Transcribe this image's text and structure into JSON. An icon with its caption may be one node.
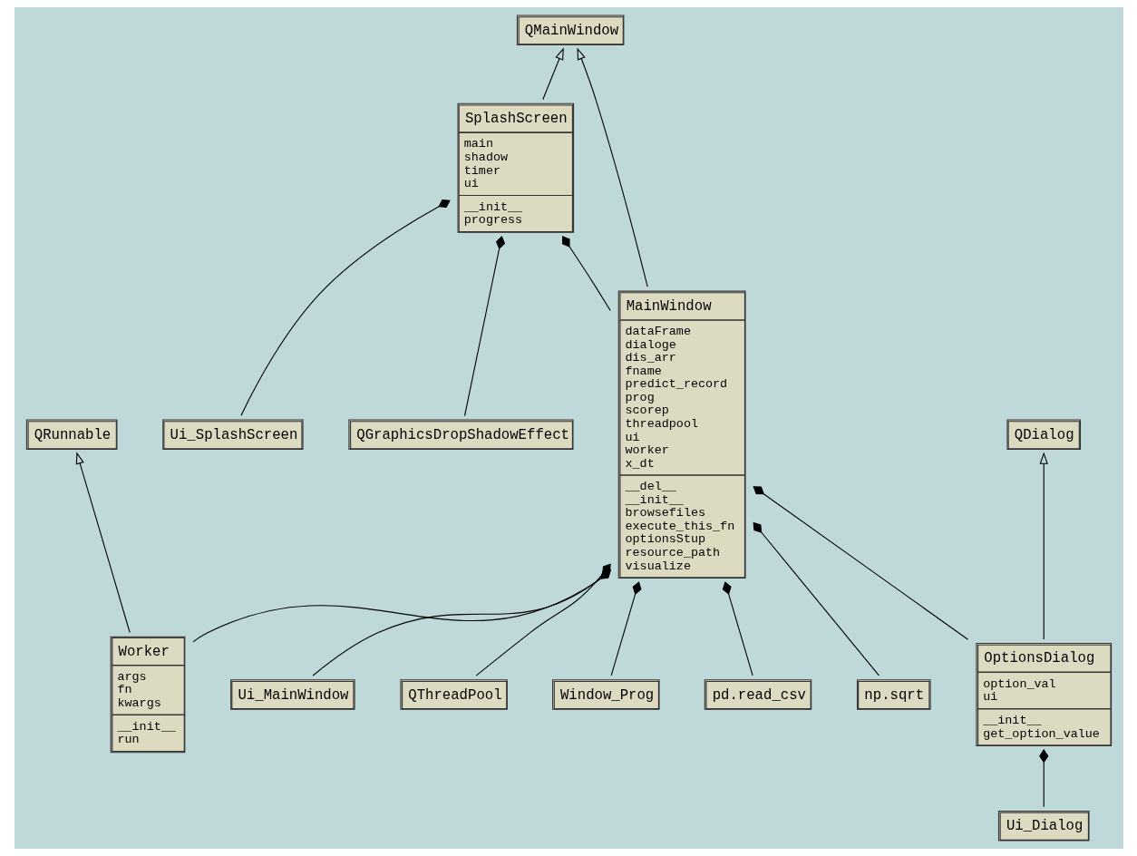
{
  "diagram": {
    "nodes": [
      {
        "text": [
          "QRunnable"
        ]
      },
      {
        "text": [
          "Ui_MainWindow"
        ]
      },
      {
        "text": [
          "QThreadPool"
        ]
      },
      {
        "text": [
          "Window_Prog"
        ]
      },
      {
        "text": [
          "Worker",
          "args fn kwargs",
          "__init__ run"
        ]
      },
      {
        "text": [
          "SplashScreen",
          "main shadow timer ui",
          "__init__ progress"
        ]
      },
      {
        "text": [
          "QDialog"
        ]
      },
      {
        "text": [
          "Ui_Dialog"
        ]
      },
      {
        "text": [
          "pd.read_csv"
        ]
      },
      {
        "text": [
          "MainWindow",
          "dataFrame dialoge dis_arr fname predict_record prog scorep threadpool ui worker x_dt",
          "__del__ __init__ browsefiles execute_this_fn optionsStup resource_path visualize"
        ]
      },
      {
        "text": [
          "np.sqrt"
        ]
      },
      {
        "text": [
          "Ui_SplashScreen"
        ]
      },
      {
        "text": [
          "QMainWindow"
        ]
      },
      {
        "text": [
          "OptionsDialog",
          "option_val ui",
          "__init__ get_option_value"
        ]
      },
      {
        "text": [
          "QGraphicsDropShadowEffect"
        ]
      }
    ],
    "edges": [
      {
        "from": 4,
        "to": 0,
        "arrow": "to"
      },
      {
        "from": 13,
        "to": 6,
        "arrow": "to"
      },
      {
        "from": 7,
        "to": 13,
        "arrow": "other"
      },
      {
        "from": 1,
        "to": 9,
        "arrow": "other"
      },
      {
        "from": 2,
        "to": 9,
        "arrow": "other"
      },
      {
        "from": 3,
        "to": 9,
        "arrow": "other"
      },
      {
        "from": 8,
        "to": 9,
        "arrow": "other"
      },
      {
        "from": 4,
        "to": 9,
        "arrow": "other"
      },
      {
        "from": 10,
        "to": 9,
        "arrow": "other"
      },
      {
        "from": 13,
        "to": 9,
        "arrow": "other"
      },
      {
        "from": 9,
        "to": 12,
        "arrow": "to"
      },
      {
        "from": 5,
        "to": 12,
        "arrow": "to"
      },
      {
        "from": 9,
        "to": 5,
        "arrow": "other"
      },
      {
        "from": 14,
        "to": 5,
        "arrow": "other"
      },
      {
        "from": 11,
        "to": 5,
        "arrow": "other"
      }
    ]
  }
}
